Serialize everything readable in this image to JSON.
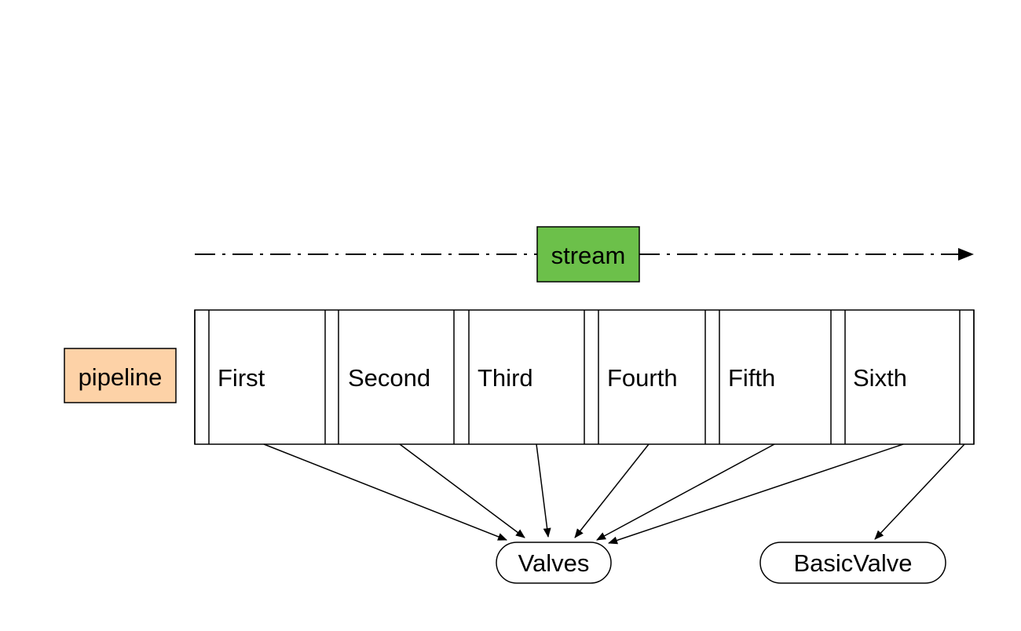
{
  "stream": {
    "label": "stream",
    "color": "#6cc04a"
  },
  "pipeline": {
    "label": "pipeline",
    "color": "#fdd2a7"
  },
  "valves": [
    "First",
    "Second",
    "Third",
    "Fourth",
    "Fifth",
    "Sixth"
  ],
  "targets": {
    "valves_label": "Valves",
    "basic_label": "BasicValve"
  },
  "colors": {
    "stroke": "#000000",
    "background": "#ffffff"
  }
}
